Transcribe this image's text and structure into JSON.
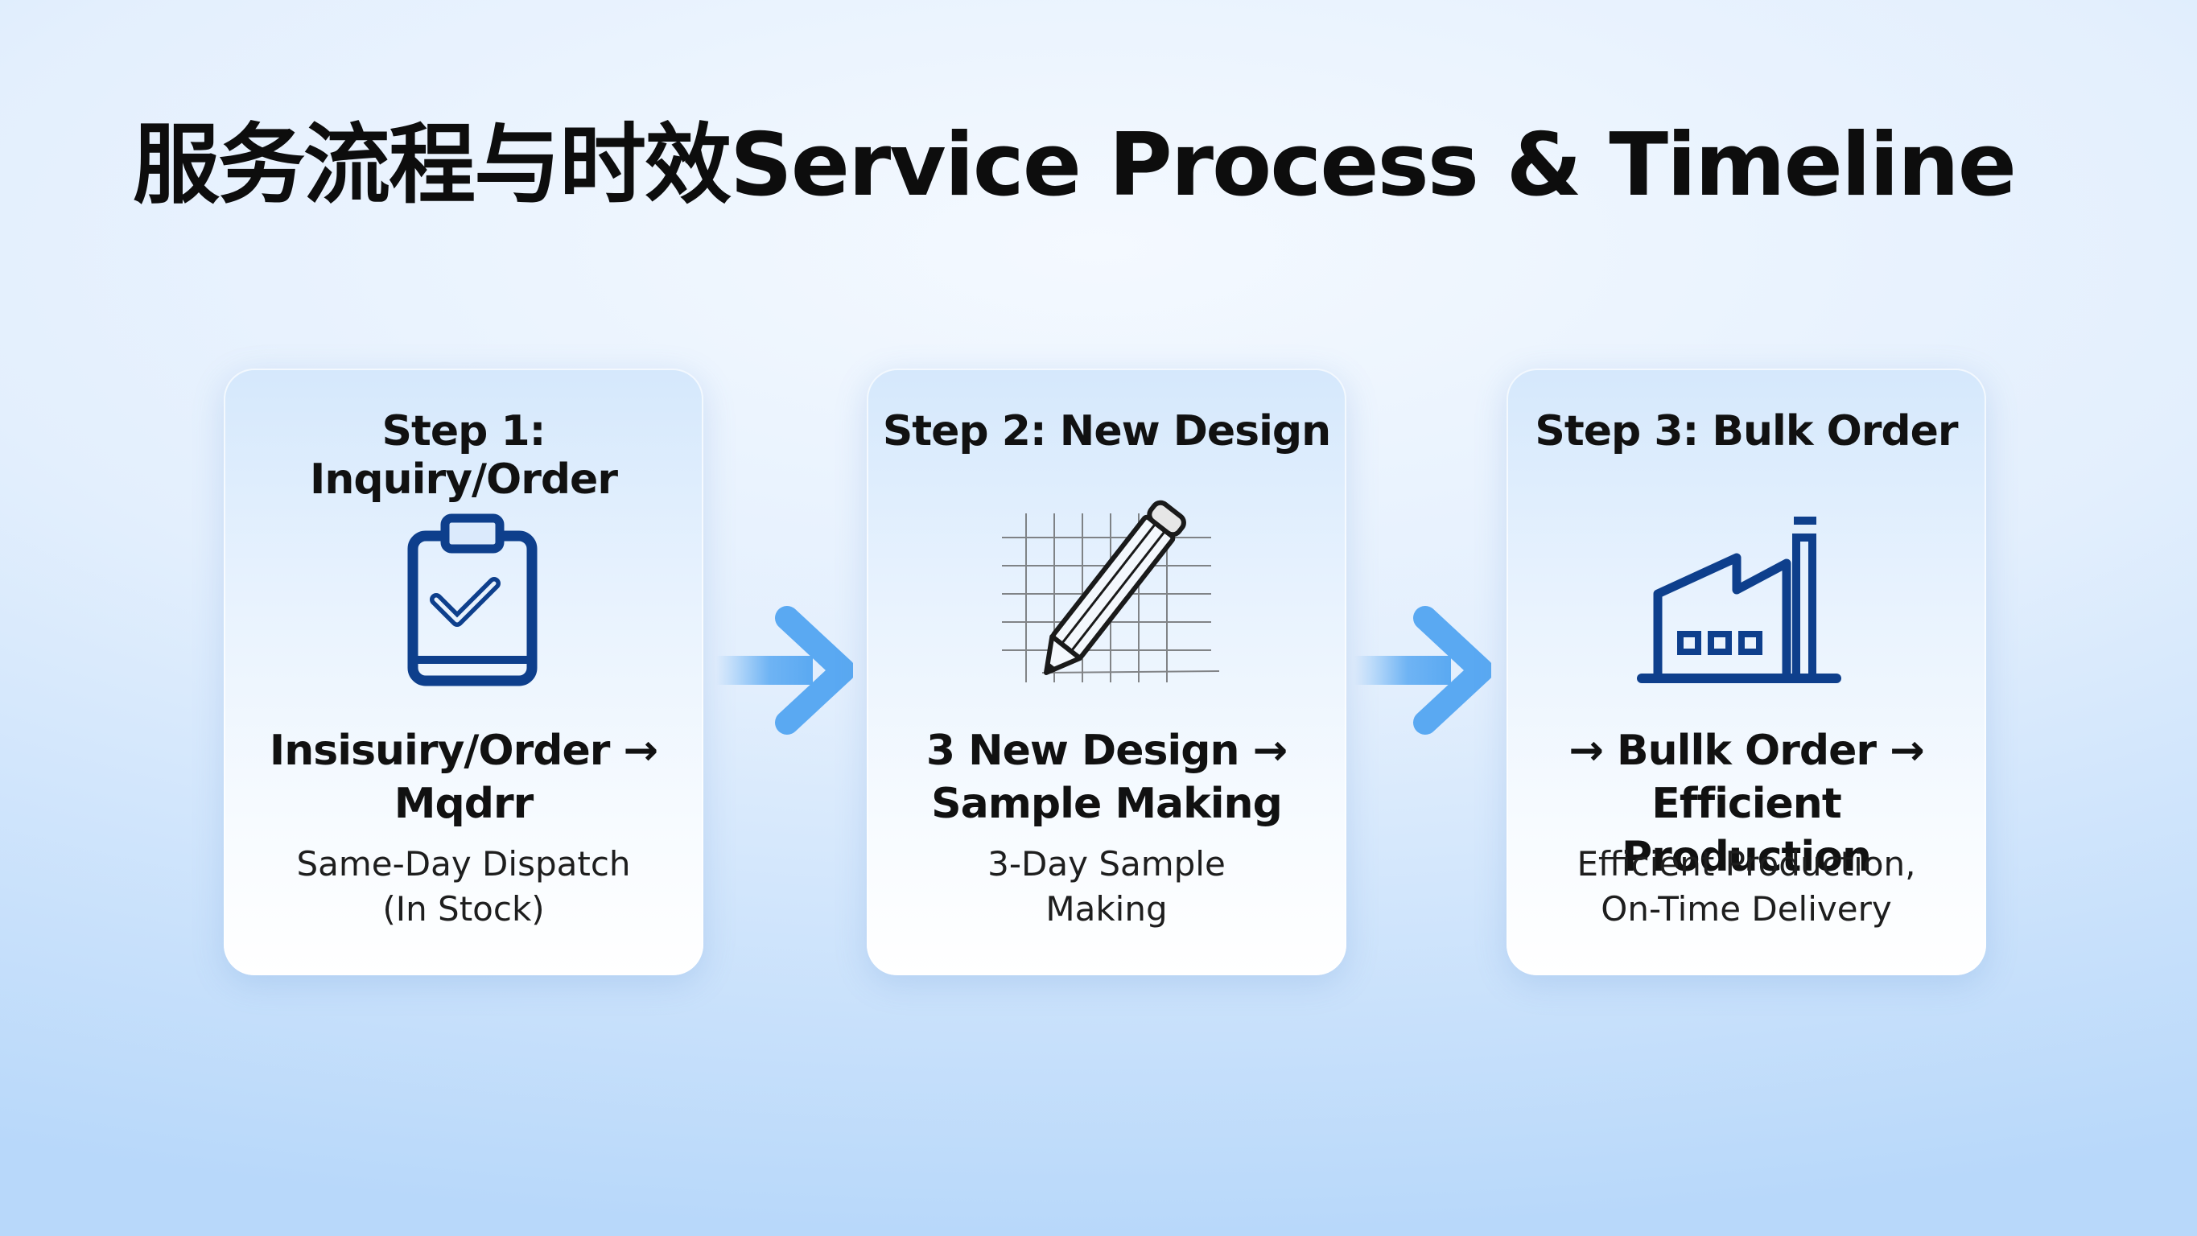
{
  "title": "服务流程与时效Service Process & Timeline",
  "steps": [
    {
      "title": "Step 1: Inquiry/Order",
      "icon": "clipboard-check-icon",
      "main_line1": "Insisuiry/Order →",
      "main_line2": "Mqdrr",
      "sub_line1": "Same-Day Dispatch",
      "sub_line2": "(In Stock)"
    },
    {
      "title": "Step 2: New Design",
      "icon": "pencil-grid-icon",
      "main_line1": "3 New Design →",
      "main_line2": "Sample Making",
      "sub_line1": "3-Day Sample",
      "sub_line2": "Making"
    },
    {
      "title": "Step 3: Bulk Order",
      "icon": "factory-icon",
      "main_line1": "→ Bullk Order →",
      "main_line2": "Efficient Production",
      "sub_line1": "Efficient Production,",
      "sub_line2": "On-Time Delivery"
    }
  ],
  "colors": {
    "icon": "#0e3f8c",
    "arrow": "#5aa9f2",
    "text": "#111111"
  }
}
